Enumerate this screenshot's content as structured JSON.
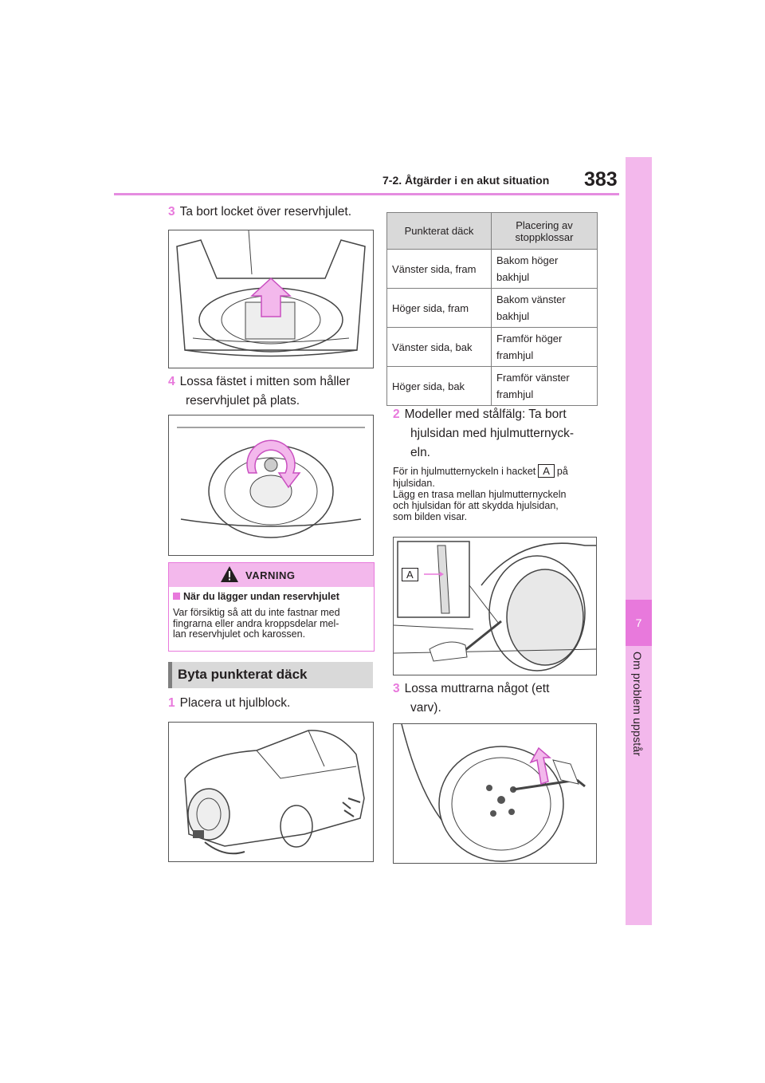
{
  "header": {
    "section_title": "7-2. Åtgärder i en akut situation",
    "page_number": "383"
  },
  "side_tab": {
    "chapter_number": "7",
    "chapter_title": "Om problem uppstår"
  },
  "left_column": {
    "step3": {
      "num": "3",
      "text": "Ta bort locket över reservhjulet."
    },
    "step4": {
      "num": "4",
      "line1": "Lossa fästet i mitten som håller",
      "line2": "reservhjulet på plats."
    },
    "warning": {
      "label": "VARNING",
      "subheading": "När du lägger undan reservhjulet",
      "body_lines": [
        "Var försiktig så att du inte fastnar med",
        "fingrarna eller andra kroppsdelar mel-",
        "lan reservhjulet och karossen."
      ]
    },
    "section_heading": "Byta punkterat däck",
    "step1": {
      "num": "1",
      "text": "Placera ut hjulblock."
    }
  },
  "right_column": {
    "table": {
      "headers": [
        "Punkterat däck",
        "Placering av stoppklossar"
      ],
      "rows": [
        [
          "Vänster sida, fram",
          "Bakom höger bakhjul"
        ],
        [
          "Höger sida, fram",
          "Bakom vänster bakhjul"
        ],
        [
          "Vänster sida, bak",
          "Framför höger framhjul"
        ],
        [
          "Höger sida, bak",
          "Framför vänster framhjul"
        ]
      ]
    },
    "step2": {
      "num": "2",
      "line1": "Modeller med stålfälg: Ta bort",
      "line2": "hjulsidan med hjulmutternyck-",
      "line3": "eln."
    },
    "note": {
      "line1_before": "För in hjulmutternyckeln i hacket",
      "marker": "A",
      "line1_after": "på",
      "line2": "hjulsidan.",
      "line3": "Lägg en trasa mellan hjulmutternyckeln",
      "line4": "och hjulsidan för att skydda hjulsidan,",
      "line5": "som bilden visar."
    },
    "figure_callout": "A",
    "step3": {
      "num": "3",
      "line1": "Lossa muttrarna något (ett",
      "line2": "varv)."
    }
  },
  "colors": {
    "accent": "#e879dc",
    "accent_light": "#f3b8ec",
    "heading_gray": "#d9d9d9"
  }
}
